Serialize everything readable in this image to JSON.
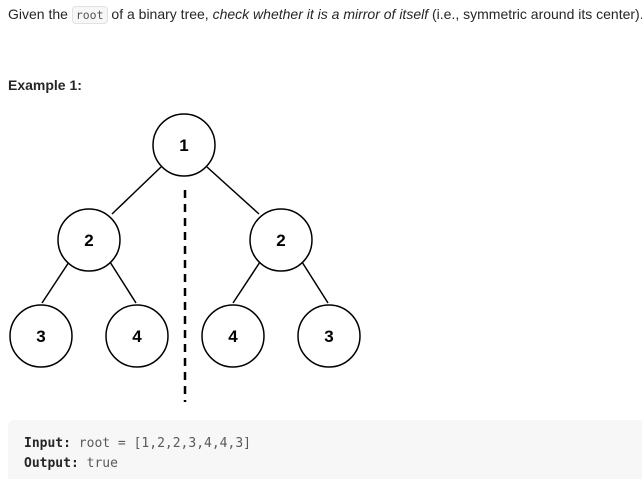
{
  "problem": {
    "text_before": "Given the ",
    "code": "root",
    "text_mid": " of a binary tree, ",
    "emphasis": "check whether it is a mirror of itself",
    "text_after": " (i.e., symmetric around its center)."
  },
  "example": {
    "heading": "Example 1:",
    "tree": {
      "nodes": [
        "1",
        "2",
        "2",
        "3",
        "4",
        "4",
        "3"
      ]
    },
    "input_label": "Input:",
    "input_value": "root = [1,2,2,3,4,4,3]",
    "output_label": "Output:",
    "output_value": "true"
  }
}
